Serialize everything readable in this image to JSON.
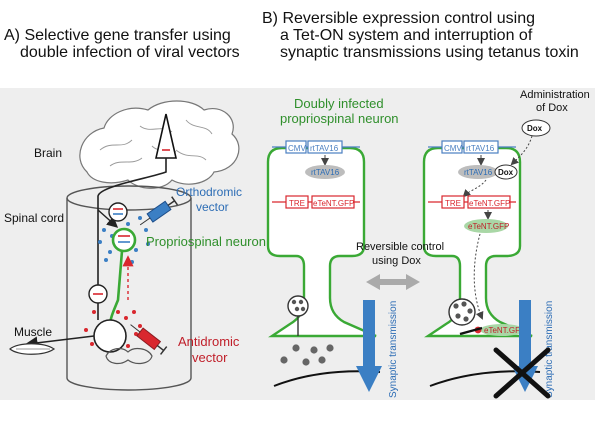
{
  "panel_a": {
    "heading_line1": "A) Selective gene transfer using",
    "heading_line2": "double infection of viral vectors",
    "brain": "Brain",
    "spinal_cord": "Spinal cord",
    "orthodromic_line1": "Orthodromic",
    "orthodromic_line2": "vector",
    "propriospinal_neuron": "Propriospinal neuron",
    "muscle": "Muscle",
    "antidromic_line1": "Antidromic",
    "antidromic_line2": "vector"
  },
  "panel_b": {
    "heading_line1": "B) Reversible expression control using",
    "heading_line2": "a Tet-ON system and interruption of",
    "heading_line3": "synaptic transmissions using tetanus toxin",
    "neuron_title_line1": "Doubly infected",
    "neuron_title_line2": "propriospinal neuron",
    "administration_line1": "Administration",
    "administration_line2": "of Dox",
    "dox": "Dox",
    "cmv": "CMV",
    "rttav16": "rtTAV16",
    "tre": "TRE",
    "tetent_gfp": "eTeNT.GFP",
    "reversible_line1": "Reversible control",
    "reversible_line2": "using Dox",
    "synaptic_transmission": "Synaptic transmission"
  },
  "colors": {
    "neuron_green": "#3aa935",
    "promoter_blue": "#4a7fc1",
    "tre_red": "#d9272e",
    "arrow_blue": "#3b7fc4",
    "label_blue": "#2d6db5",
    "label_red": "#c01f2a",
    "label_green": "#2f8f2b",
    "panel_gray": "#eeeeee"
  }
}
